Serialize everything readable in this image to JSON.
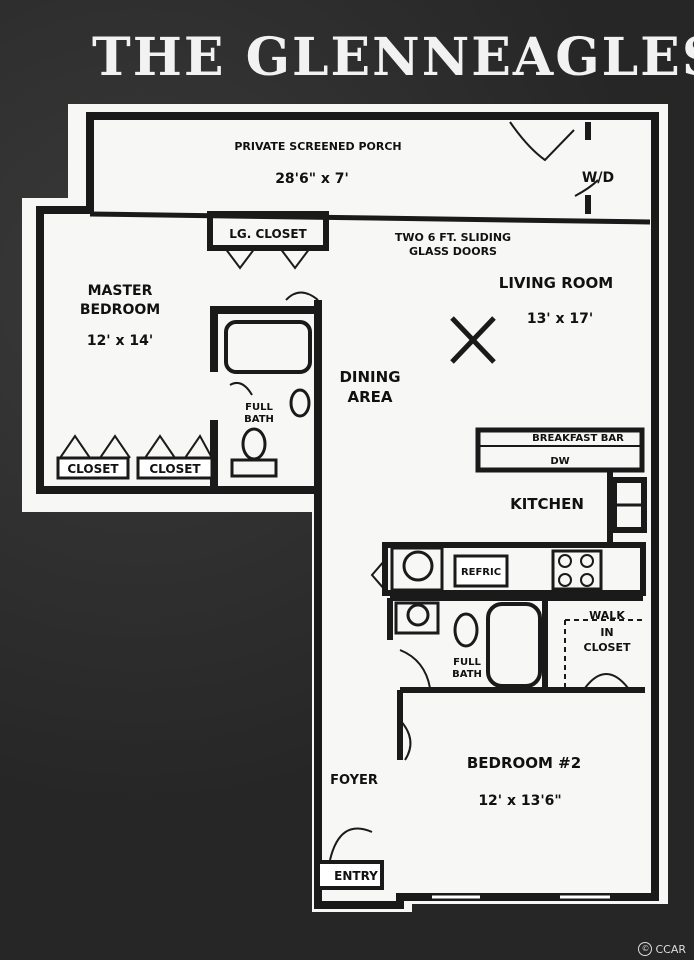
{
  "title": "THE GLENNEAGLES",
  "rooms": {
    "porch": {
      "name": "PRIVATE SCREENED PORCH",
      "size": "28'6\" x 7'"
    },
    "wd": "W/D",
    "lg_closet": "LG. CLOSET",
    "sliding_doors_1": "TWO 6 FT. SLIDING",
    "sliding_doors_2": "GLASS DOORS",
    "master": {
      "name_1": "MASTER",
      "name_2": "BEDROOM",
      "size": "12' x 14'"
    },
    "living": {
      "name": "LIVING ROOM",
      "size": "13' x 17'"
    },
    "dining_1": "DINING",
    "dining_2": "AREA",
    "full_bath_1": {
      "a": "FULL",
      "b": "BATH"
    },
    "closet_1": "CLOSET",
    "closet_2": "CLOSET",
    "breakfast_bar": "BREAKFAST BAR",
    "dw": "DW",
    "kitchen": "KITCHEN",
    "refric": "REFRIC",
    "walk_in": {
      "a": "WALK",
      "b": "IN",
      "c": "CLOSET"
    },
    "full_bath_2": {
      "a": "FULL",
      "b": "BATH"
    },
    "bedroom2": {
      "name": "BEDROOM #2",
      "size": "12' x 13'6\""
    },
    "foyer": "FOYER",
    "entry": "ENTRY"
  },
  "credit": "CCAR",
  "colors": {
    "background": "#2b2b2b",
    "paper": "#f7f7f5",
    "wall": "#1a1a1a"
  }
}
